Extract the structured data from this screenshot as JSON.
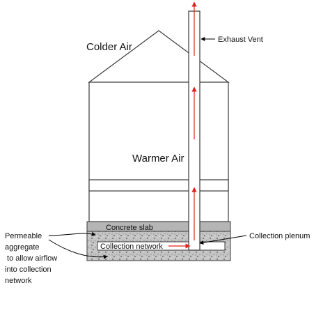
{
  "labels": {
    "colder_air": "Colder Air",
    "warmer_air": "Warmer Air",
    "exhaust_vent": "Exhaust Vent",
    "concrete_slab": "Concrete slab",
    "collection_network": "Collection network",
    "collection_plenum": "Collection plenum",
    "permeable_aggregate": [
      "Permeable",
      "aggregate",
      " to allow airflow",
      "into collection",
      "network"
    ]
  },
  "colors": {
    "outline": "#3a3a3a",
    "slab": "#b5b5b5",
    "gravel": "#bdbdbd",
    "airflow_arrow": "#e0201b",
    "leader_line": "#000000"
  }
}
